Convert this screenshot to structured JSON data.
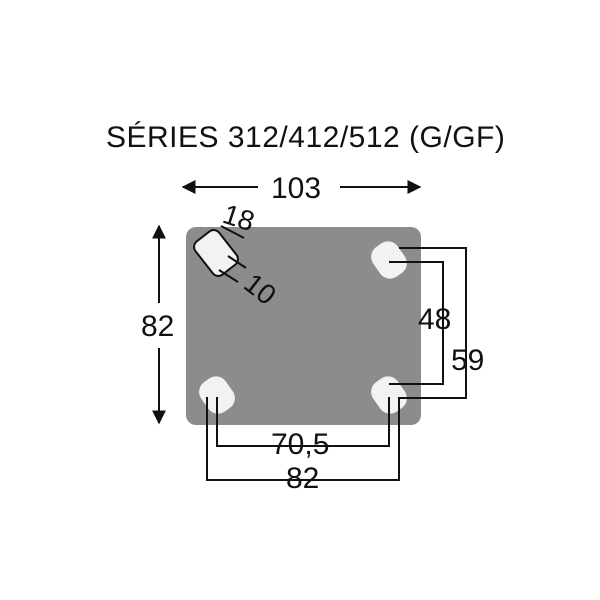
{
  "title": "SÉRIES 312/412/512 (G/GF)",
  "colors": {
    "plate": "#8c8c8c",
    "slot": "#f2f2f2",
    "line": "#111111",
    "background": "#ffffff"
  },
  "dimensions": {
    "plate_width": "103",
    "plate_height": "82",
    "slot_length": "18",
    "slot_width": "10",
    "hole_spacing_vertical_inner": "48",
    "hole_spacing_vertical_outer": "59",
    "hole_spacing_horizontal_inner": "70,5",
    "hole_spacing_horizontal_outer": "82"
  }
}
